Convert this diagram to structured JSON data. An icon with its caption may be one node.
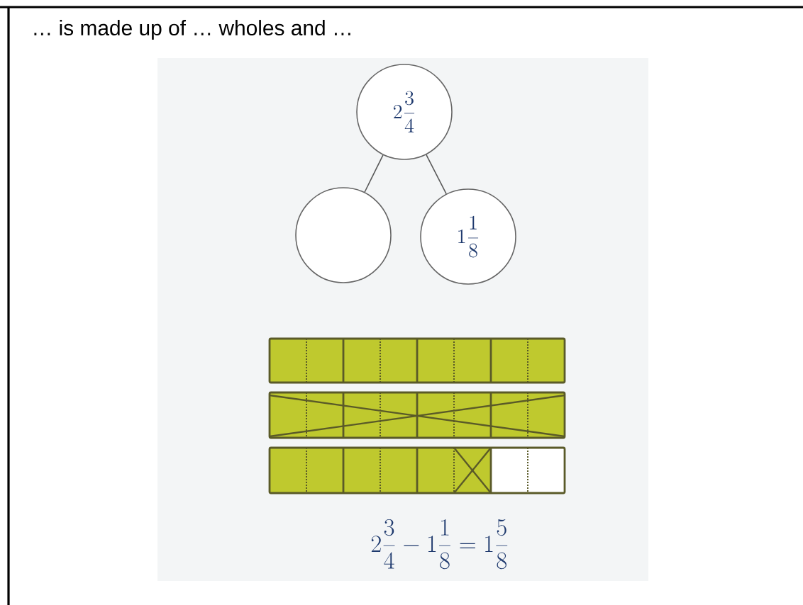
{
  "diagram": {
    "nodes": [
      {
        "text": [
          "2\\frac{3}{4}"
        ]
      },
      {
        "text": [],
        "shape": "circle"
      },
      {
        "text": [
          "1\\frac{1}{8}"
        ]
      }
    ],
    "edges": [
      {
        "from": 0,
        "to": 1,
        "arrow": "none"
      },
      {
        "from": 0,
        "to": 2,
        "arrow": "none"
      }
    ],
    "labels": [
      "… is made up of … wholes and …",
      "2\\frac{3}{4} - 1\\frac{1}{8} = 1\\frac{5}{8}"
    ]
  }
}
